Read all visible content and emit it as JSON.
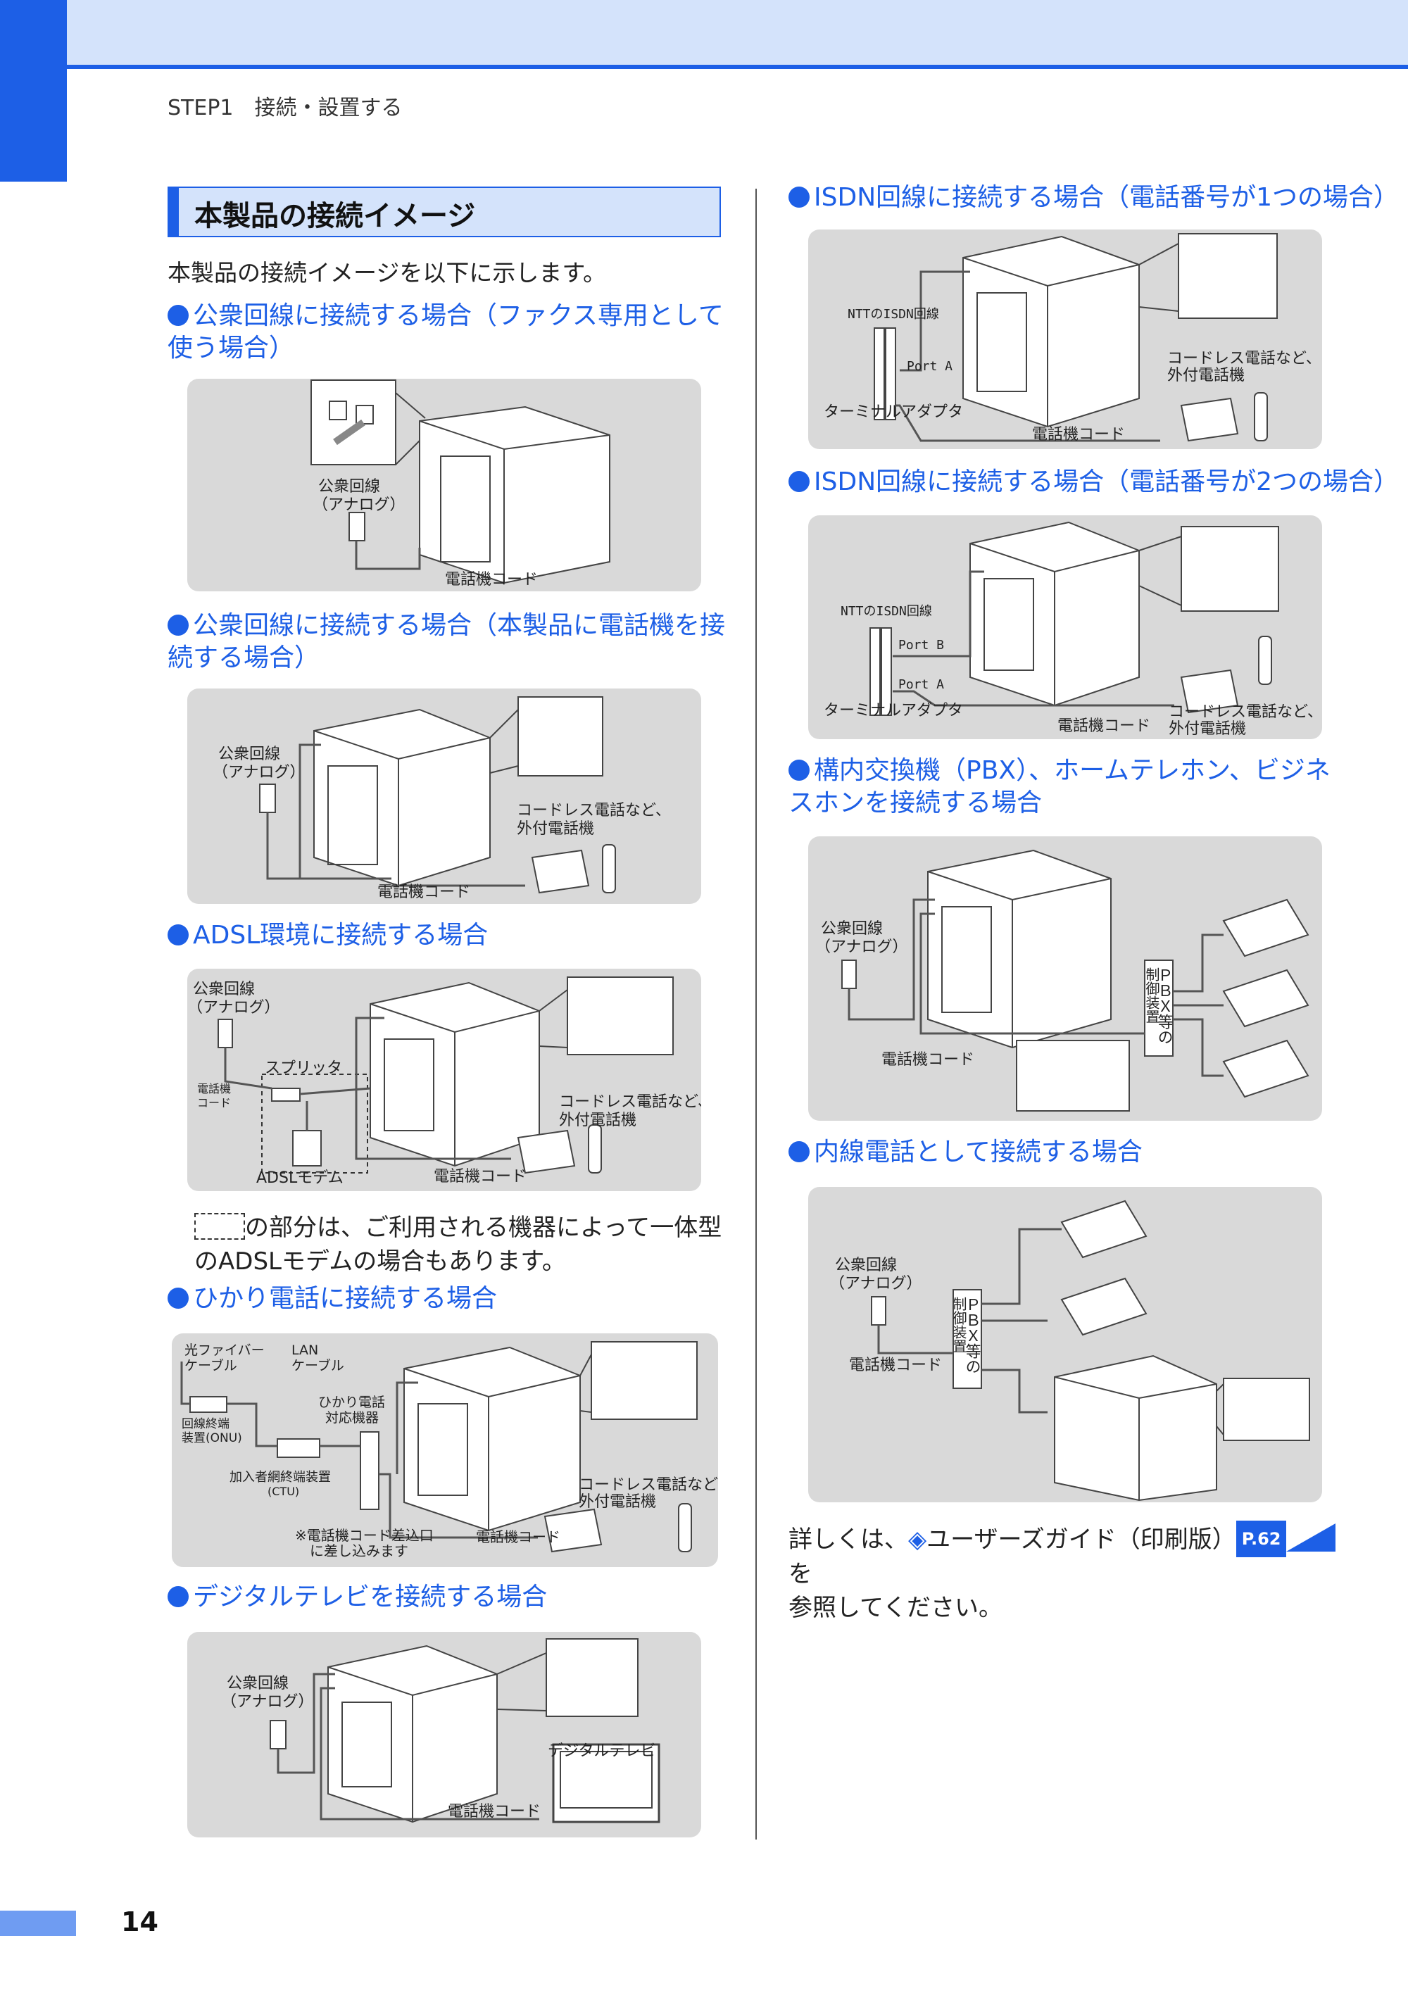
{
  "header": {
    "step": "STEP1　接続・設置する"
  },
  "section": {
    "title": "本製品の接続イメージ",
    "intro": "本製品の接続イメージを以下に示します。"
  },
  "left": {
    "h1": "公衆回線に接続する場合（ファクス専用として使う場合）",
    "h2": "公衆回線に接続する場合（本製品に電話機を接続する場合）",
    "h3": "ADSL環境に接続する場合",
    "note": "の部分は、ご利用される機器によって一体型のADSLモデムの場合もあります。",
    "h4": "ひかり電話に接続する場合",
    "h5": "デジタルテレビを接続する場合"
  },
  "right": {
    "h1": "ISDN回線に接続する場合（電話番号が1つの場合）",
    "h2": "ISDN回線に接続する場合（電話番号が2つの場合）",
    "h3": "構内交換機（PBX）、ホームテレホン、ビジネスホンを接続する場合",
    "h4": "内線電話として接続する場合",
    "ref_before": "詳しくは、",
    "ref_guide": "ユーザーズガイド（印刷版）",
    "ref_page": "P.62",
    "ref_after": "を",
    "ref_line2": "参照してください。"
  },
  "labels": {
    "public_line": "公衆回線",
    "analog": "（アナログ）",
    "phone_cord": "電話機コード",
    "cordless": "コードレス電話など、",
    "ext_phone": "外付電話機",
    "splitter": "スプリッタ",
    "adsl_modem": "ADSLモデム",
    "phone_cord_short1": "電話機",
    "phone_cord_short2": "コード",
    "fiber1": "光ファイバー",
    "fiber2": "ケーブル",
    "lan1": "LAN",
    "lan2": "ケーブル",
    "onu1": "回線終端",
    "onu2": "装置(ONU)",
    "hikari1": "ひかり電話",
    "hikari2": "対応機器",
    "ctu1": "加入者網終端装置",
    "ctu2": "(CTU)",
    "insert1": "※電話機コード差込口",
    "insert2": "に差し込みます",
    "digital_tv": "デジタルテレビ",
    "ntt_isdn": "NTTのISDN回線",
    "port_a": "Port A",
    "port_b": "Port B",
    "terminal_adapter": "ターミナルアダプタ",
    "pbx": "ＰＢＸ等の",
    "pbx2": "制御装置"
  },
  "footer": {
    "page": "14"
  }
}
